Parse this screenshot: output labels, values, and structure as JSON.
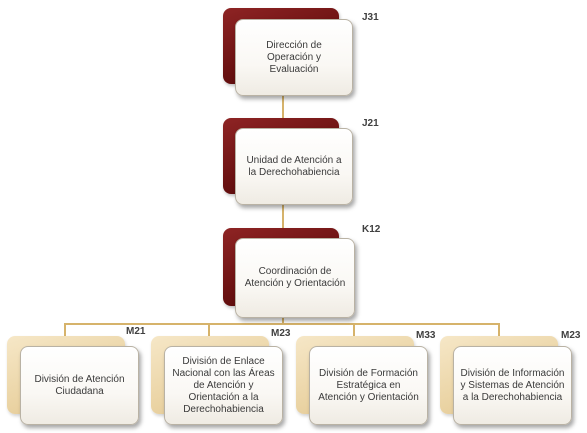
{
  "nodes": [
    {
      "id": "direccion",
      "code": "J31",
      "label": "Dirección de Operación y Evaluación"
    },
    {
      "id": "unidad",
      "code": "J21",
      "label": "Unidad de Atención a la Derechohabiencia"
    },
    {
      "id": "coordinacion",
      "code": "K12",
      "label": "Coordinación de Atención y Orientación"
    },
    {
      "id": "div-atencion",
      "code": "M21",
      "label": "División de Atención Ciudadana"
    },
    {
      "id": "div-enlace",
      "code": "M23",
      "label": "División de Enlace Nacional con las Áreas de Atención y Orientación a la Derechohabiencia"
    },
    {
      "id": "div-formacion",
      "code": "M33",
      "label": "División de Formación Estratégica en Atención y Orientación"
    },
    {
      "id": "div-informacion",
      "code": "M23",
      "label": "División de Información y Sistemas de Atención a la Derechohabiencia"
    }
  ],
  "colors": {
    "top_accent": "#7a1717",
    "bottom_accent": "#ead3a3",
    "connector": "#d6b36b"
  }
}
